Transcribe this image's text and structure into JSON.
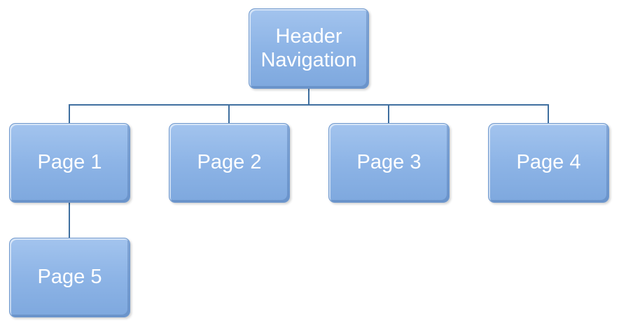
{
  "diagram": {
    "root": {
      "label_line1": "Header",
      "label_line2": "Navigation"
    },
    "pages": [
      {
        "label": "Page 1"
      },
      {
        "label": "Page 2"
      },
      {
        "label": "Page 3"
      },
      {
        "label": "Page 4"
      },
      {
        "label": "Page 5"
      }
    ],
    "edges": [
      {
        "from": "Header Navigation",
        "to": "Page 1"
      },
      {
        "from": "Header Navigation",
        "to": "Page 2"
      },
      {
        "from": "Header Navigation",
        "to": "Page 3"
      },
      {
        "from": "Header Navigation",
        "to": "Page 4"
      },
      {
        "from": "Page 1",
        "to": "Page 5"
      }
    ],
    "colors": {
      "node_fill": "#8db4e6",
      "node_border": "#6f98cd",
      "connector": "#3f6f9f",
      "text": "#ffffff"
    }
  }
}
